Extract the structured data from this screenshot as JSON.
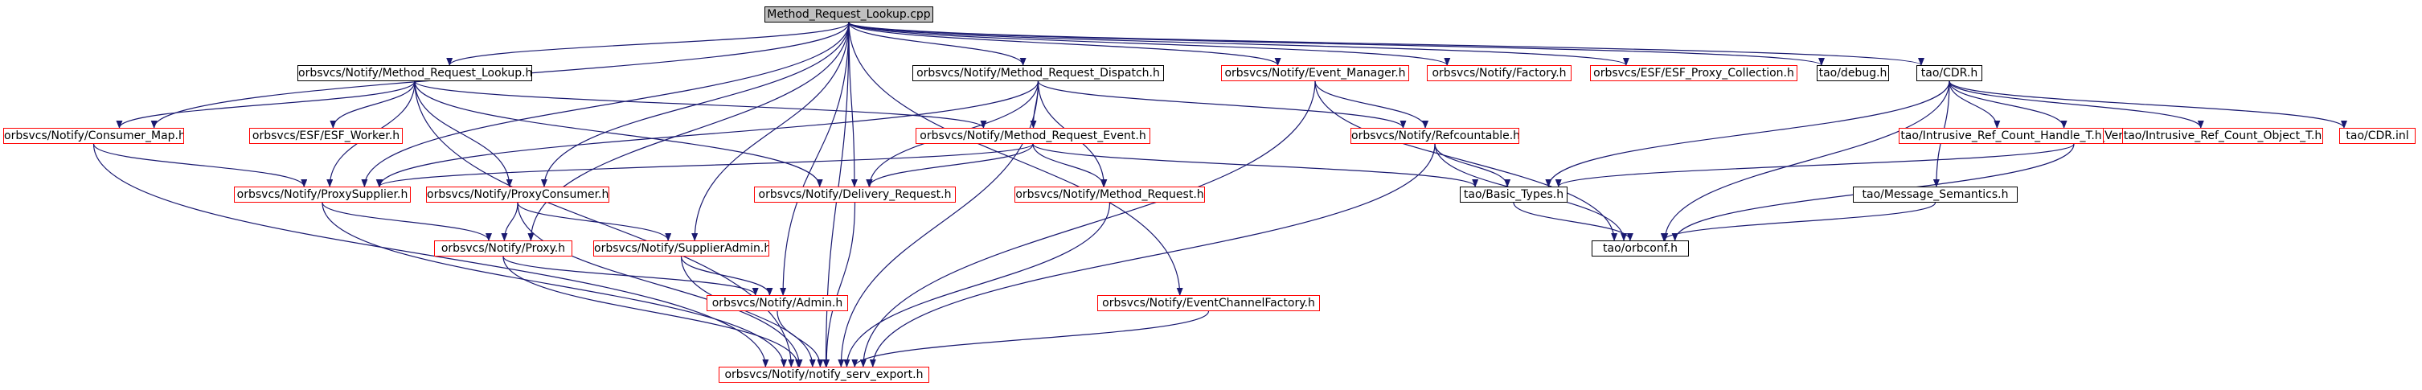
{
  "diagram": {
    "colors": {
      "edge": "#191970",
      "missing_border": "#ff0000",
      "documented_border": "#000000",
      "root_fill": "#bfbfbf"
    },
    "nodes": [
      {
        "id": "root",
        "label": "Method_Request_Lookup.cpp",
        "style": "root"
      },
      {
        "id": "mrl",
        "label": "orbsvcs/Notify/Method_Request_Lookup.h",
        "style": "documented"
      },
      {
        "id": "mrd",
        "label": "orbsvcs/Notify/Method_Request_Dispatch.h",
        "style": "documented"
      },
      {
        "id": "em",
        "label": "orbsvcs/Notify/Event_Manager.h",
        "style": "missing"
      },
      {
        "id": "factory",
        "label": "orbsvcs/Notify/Factory.h",
        "style": "missing"
      },
      {
        "id": "esfpc",
        "label": "orbsvcs/ESF/ESF_Proxy_Collection.h",
        "style": "missing"
      },
      {
        "id": "debug",
        "label": "tao/debug.h",
        "style": "documented"
      },
      {
        "id": "cdr",
        "label": "tao/CDR.h",
        "style": "documented"
      },
      {
        "id": "cmap",
        "label": "orbsvcs/Notify/Consumer_Map.h",
        "style": "missing"
      },
      {
        "id": "esfw",
        "label": "orbsvcs/ESF/ESF_Worker.h",
        "style": "missing"
      },
      {
        "id": "mre",
        "label": "orbsvcs/Notify/Method_Request_Event.h",
        "style": "missing"
      },
      {
        "id": "refc",
        "label": "orbsvcs/Notify/Refcountable.h",
        "style": "missing"
      },
      {
        "id": "giop",
        "label": "tao/GIOP_Message_Version.h",
        "style": "missing"
      },
      {
        "id": "irch",
        "label": "tao/Intrusive_Ref_Count_Handle_T.h",
        "style": "missing"
      },
      {
        "id": "irco",
        "label": "tao/Intrusive_Ref_Count_Object_T.h",
        "style": "missing"
      },
      {
        "id": "cdrinl",
        "label": "tao/CDR.inl",
        "style": "missing"
      },
      {
        "id": "psup",
        "label": "orbsvcs/Notify/ProxySupplier.h",
        "style": "missing"
      },
      {
        "id": "pcon",
        "label": "orbsvcs/Notify/ProxyConsumer.h",
        "style": "missing"
      },
      {
        "id": "dreq",
        "label": "orbsvcs/Notify/Delivery_Request.h",
        "style": "missing"
      },
      {
        "id": "mreq",
        "label": "orbsvcs/Notify/Method_Request.h",
        "style": "missing"
      },
      {
        "id": "btypes",
        "label": "tao/Basic_Types.h",
        "style": "documented"
      },
      {
        "id": "msem",
        "label": "tao/Message_Semantics.h",
        "style": "documented"
      },
      {
        "id": "proxy",
        "label": "orbsvcs/Notify/Proxy.h",
        "style": "missing"
      },
      {
        "id": "sadmin",
        "label": "orbsvcs/Notify/SupplierAdmin.h",
        "style": "missing"
      },
      {
        "id": "orbconf",
        "label": "tao/orbconf.h",
        "style": "documented"
      },
      {
        "id": "admin",
        "label": "orbsvcs/Notify/Admin.h",
        "style": "missing"
      },
      {
        "id": "ecf",
        "label": "orbsvcs/Notify/EventChannelFactory.h",
        "style": "missing"
      },
      {
        "id": "nse",
        "label": "orbsvcs/Notify/notify_serv_export.h",
        "style": "missing"
      }
    ],
    "edges": [
      [
        "root",
        "mrl"
      ],
      [
        "root",
        "mrd"
      ],
      [
        "root",
        "em"
      ],
      [
        "root",
        "factory"
      ],
      [
        "root",
        "esfpc"
      ],
      [
        "root",
        "debug"
      ],
      [
        "root",
        "cdr"
      ],
      [
        "root",
        "cmap"
      ],
      [
        "root",
        "psup"
      ],
      [
        "root",
        "pcon"
      ],
      [
        "root",
        "dreq"
      ],
      [
        "root",
        "proxy"
      ],
      [
        "root",
        "sadmin"
      ],
      [
        "root",
        "admin"
      ],
      [
        "root",
        "ecf"
      ],
      [
        "root",
        "nse"
      ],
      [
        "mrl",
        "cmap"
      ],
      [
        "mrl",
        "esfw"
      ],
      [
        "mrl",
        "mre"
      ],
      [
        "mrl",
        "psup"
      ],
      [
        "mrl",
        "pcon"
      ],
      [
        "mrl",
        "dreq"
      ],
      [
        "mrl",
        "nse"
      ],
      [
        "mrd",
        "mre"
      ],
      [
        "mrd",
        "refc"
      ],
      [
        "mrd",
        "psup"
      ],
      [
        "mrd",
        "dreq"
      ],
      [
        "mrd",
        "mreq"
      ],
      [
        "mrd",
        "nse"
      ],
      [
        "em",
        "refc"
      ],
      [
        "em",
        "orbconf"
      ],
      [
        "em",
        "nse"
      ],
      [
        "cdr",
        "btypes"
      ],
      [
        "cdr",
        "giop"
      ],
      [
        "cdr",
        "irch"
      ],
      [
        "cdr",
        "irco"
      ],
      [
        "cdr",
        "cdrinl"
      ],
      [
        "cdr",
        "msem"
      ],
      [
        "cdr",
        "orbconf"
      ],
      [
        "cmap",
        "psup"
      ],
      [
        "cmap",
        "nse"
      ],
      [
        "mre",
        "psup"
      ],
      [
        "mre",
        "dreq"
      ],
      [
        "mre",
        "mreq"
      ],
      [
        "mre",
        "btypes"
      ],
      [
        "refc",
        "btypes"
      ],
      [
        "refc",
        "orbconf"
      ],
      [
        "refc",
        "nse"
      ],
      [
        "giop",
        "btypes"
      ],
      [
        "giop",
        "orbconf"
      ],
      [
        "psup",
        "proxy"
      ],
      [
        "psup",
        "nse"
      ],
      [
        "pcon",
        "proxy"
      ],
      [
        "pcon",
        "sadmin"
      ],
      [
        "pcon",
        "nse"
      ],
      [
        "dreq",
        "nse"
      ],
      [
        "mreq",
        "nse"
      ],
      [
        "btypes",
        "orbconf"
      ],
      [
        "msem",
        "orbconf"
      ],
      [
        "proxy",
        "admin"
      ],
      [
        "proxy",
        "nse"
      ],
      [
        "sadmin",
        "admin"
      ],
      [
        "sadmin",
        "nse"
      ],
      [
        "admin",
        "nse"
      ],
      [
        "ecf",
        "nse"
      ]
    ]
  }
}
